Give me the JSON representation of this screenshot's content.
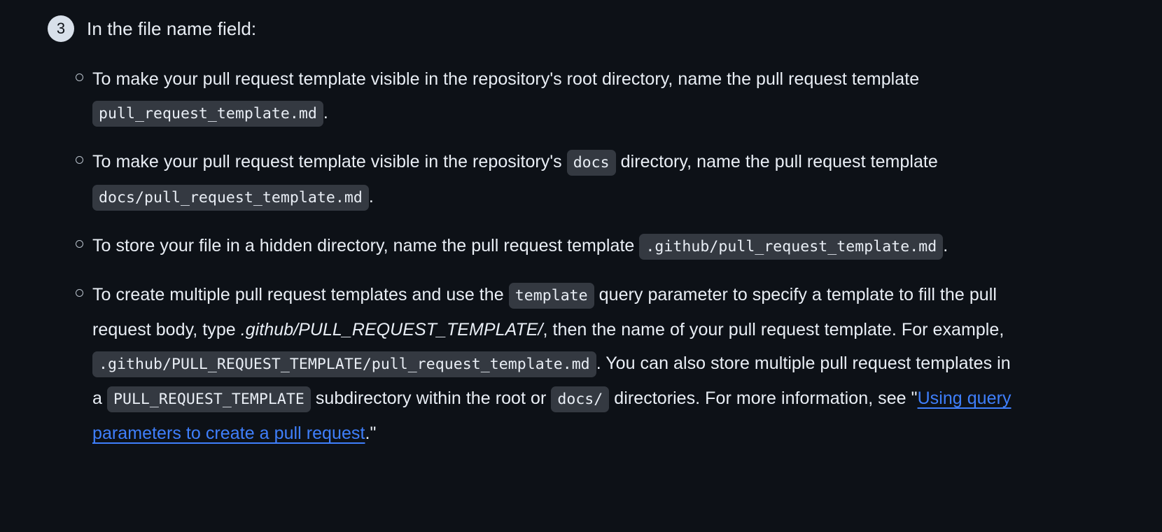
{
  "step": {
    "number": "3",
    "title": "In the file name field:"
  },
  "bullets": [
    {
      "id": "root-directory",
      "parts": [
        {
          "type": "text",
          "value": "To make your pull request template visible in the repository's root directory, name the pull request template "
        },
        {
          "type": "code",
          "value": "pull_request_template.md"
        },
        {
          "type": "text",
          "value": "."
        }
      ]
    },
    {
      "id": "docs-directory",
      "parts": [
        {
          "type": "text",
          "value": "To make your pull request template visible in the repository's "
        },
        {
          "type": "code",
          "value": "docs"
        },
        {
          "type": "text",
          "value": " directory, name the pull request template "
        },
        {
          "type": "code",
          "value": "docs/pull_request_template.md"
        },
        {
          "type": "text",
          "value": "."
        }
      ]
    },
    {
      "id": "hidden-directory",
      "parts": [
        {
          "type": "text",
          "value": "To store your file in a hidden directory, name the pull request template "
        },
        {
          "type": "code",
          "value": ".github/pull_request_template.md"
        },
        {
          "type": "text",
          "value": "."
        }
      ]
    },
    {
      "id": "multiple-templates",
      "parts": [
        {
          "type": "text",
          "value": "To create multiple pull request templates and use the "
        },
        {
          "type": "code",
          "value": "template"
        },
        {
          "type": "text",
          "value": " query parameter to specify a template to fill the pull request body, type "
        },
        {
          "type": "italic",
          "value": ".github/PULL_REQUEST_TEMPLATE/"
        },
        {
          "type": "text",
          "value": ", then the name of your pull request template. For example, "
        },
        {
          "type": "code",
          "value": ".github/PULL_REQUEST_TEMPLATE/pull_request_template.md"
        },
        {
          "type": "text",
          "value": ". You can also store multiple pull request templates in a "
        },
        {
          "type": "code",
          "value": "PULL_REQUEST_TEMPLATE"
        },
        {
          "type": "text",
          "value": " subdirectory within the root or "
        },
        {
          "type": "code",
          "value": "docs/"
        },
        {
          "type": "text",
          "value": " directories. For more information, see \""
        },
        {
          "type": "link",
          "value": "Using query parameters to create a pull request"
        },
        {
          "type": "text",
          "value": ".\""
        }
      ]
    }
  ],
  "colors": {
    "background": "#0d1117",
    "text": "#e9eef5",
    "code_background": "#343941",
    "badge_background": "#d8e0ea",
    "link": "#3f7ffc"
  }
}
